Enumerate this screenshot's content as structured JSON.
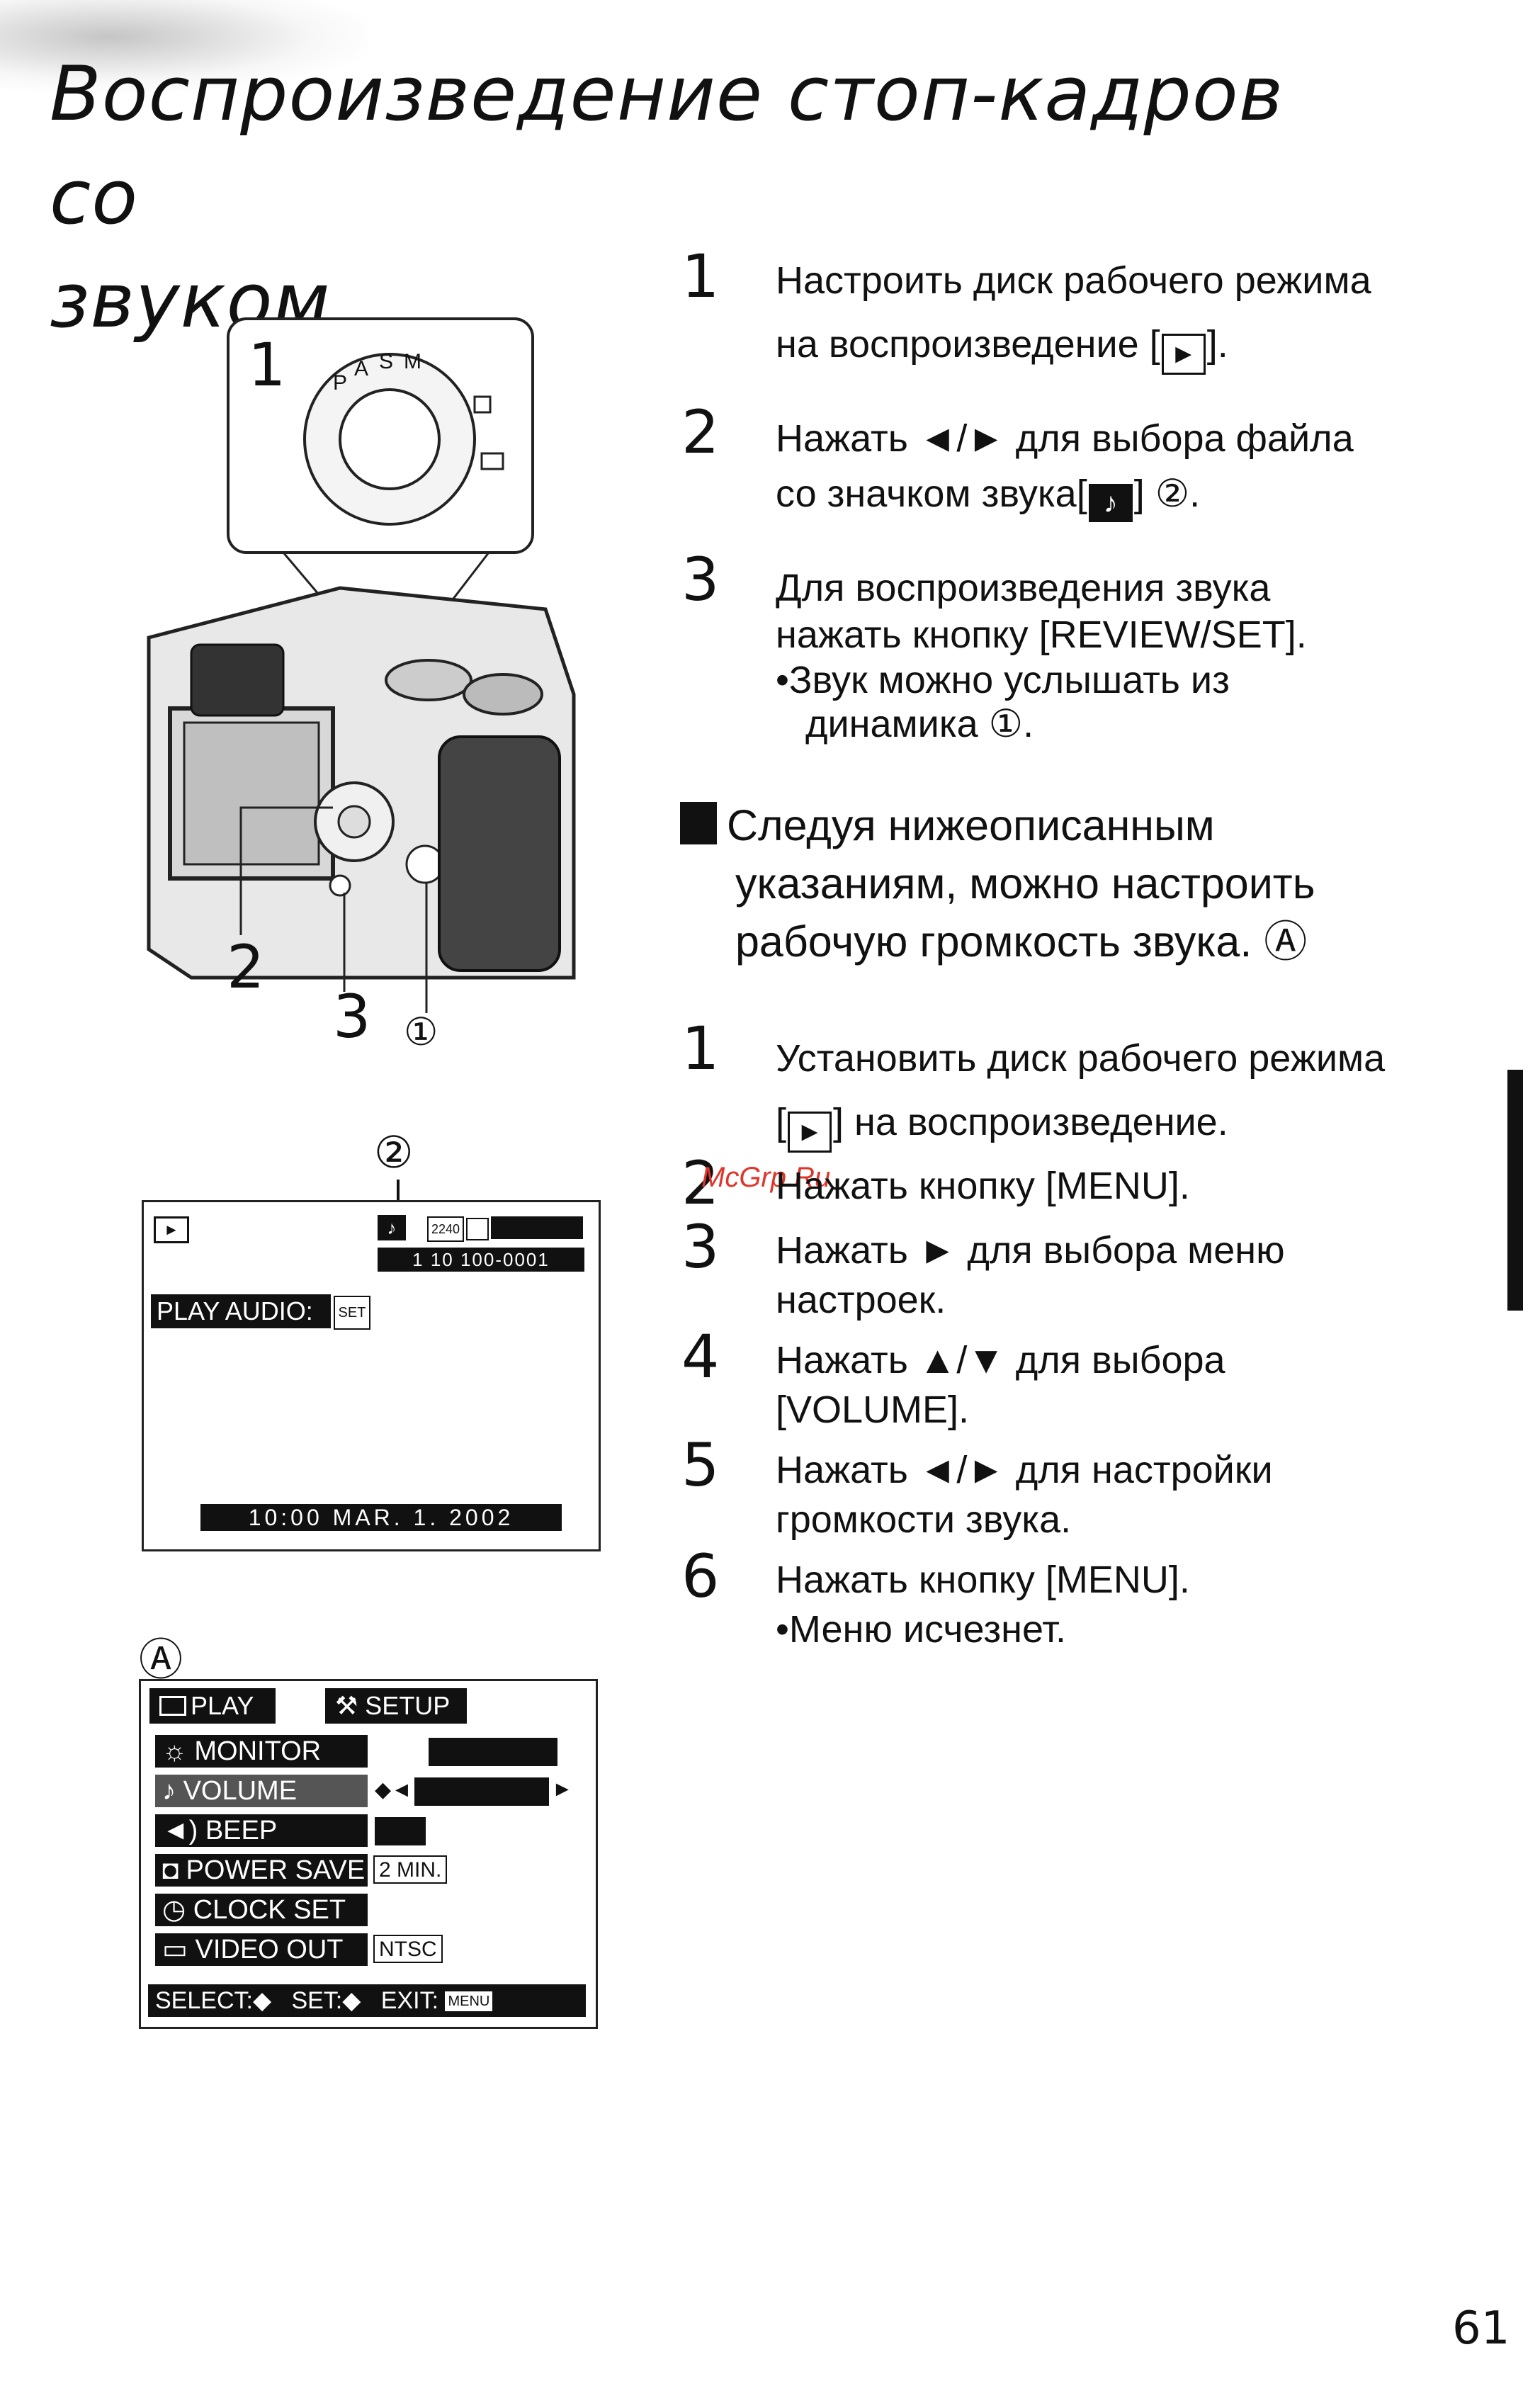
{
  "page": {
    "title_line1": "Воспроизведение стоп-кадров со",
    "title_line2": "звуком",
    "page_number": "61",
    "watermark": "McGrp.Ru"
  },
  "steps_a": [
    {
      "num": "1",
      "text1": "Настроить диск рабочего режима",
      "text2_pre": "на воспроизведение [",
      "icon": "►",
      "text2_post": "]."
    },
    {
      "num": "2",
      "text1": "Нажать ◄/► для  выбора файла",
      "text2_pre": "со значком звука[",
      "icon": "♪",
      "text2_post": "] ②."
    },
    {
      "num": "3",
      "text1": "Для воспроизведения звука",
      "text2": "нажать кнопку [REVIEW/SET].",
      "note1": "•Звук можно услышать из",
      "note2": "динамика ①."
    }
  ],
  "section": {
    "line1": "Следуя нижеописанным",
    "line2": "указаниям, можно настроить",
    "line3": "рабочую громкость звука. Ⓐ"
  },
  "steps_b": [
    {
      "num": "1",
      "text1": "Установить диск рабочего режима",
      "text2_pre": "[",
      "icon": "►",
      "text2_post": "] на воспроизведение."
    },
    {
      "num": "2",
      "text1": "Нажать кнопку [MENU]."
    },
    {
      "num": "3",
      "text1": "Нажать ► для выбора меню",
      "text2": "настроек."
    },
    {
      "num": "4",
      "text1": "Нажать ▲/▼ для выбора",
      "text2": "[VOLUME]."
    },
    {
      "num": "5",
      "text1": "Нажать ◄/► для настройки",
      "text2": "громкости звука."
    },
    {
      "num": "6",
      "text1": "Нажать кнопку [MENU].",
      "text2": "•Меню исчезнет."
    }
  ],
  "camera_labels": {
    "dial_step": "1",
    "label_2": "2",
    "label_3": "3",
    "label_speaker": "①"
  },
  "screen1": {
    "callout": "②",
    "play_icon": "►",
    "res": "2240",
    "counter": "1 10 100-0001",
    "play_audio": "PLAY AUDIO:",
    "set": "SET",
    "datetime": "10:00 MAR. 1. 2002"
  },
  "screen2": {
    "callout": "Ⓐ",
    "tab_play": "PLAY",
    "tab_setup": "SETUP",
    "items": [
      {
        "icon": "☼",
        "label": "MONITOR",
        "value": ""
      },
      {
        "icon": "♪",
        "label": "VOLUME",
        "value": ""
      },
      {
        "icon": "◄)",
        "label": "BEEP",
        "value": ""
      },
      {
        "icon": "◘",
        "label": "POWER SAVE",
        "value": "2 MIN."
      },
      {
        "icon": "◷",
        "label": "CLOCK SET",
        "value": ""
      },
      {
        "icon": "▭",
        "label": "VIDEO OUT",
        "value": "NTSC"
      }
    ],
    "footer_select": "SELECT:",
    "footer_set": "SET:",
    "footer_exit": "EXIT:",
    "footer_menu": "MENU"
  }
}
